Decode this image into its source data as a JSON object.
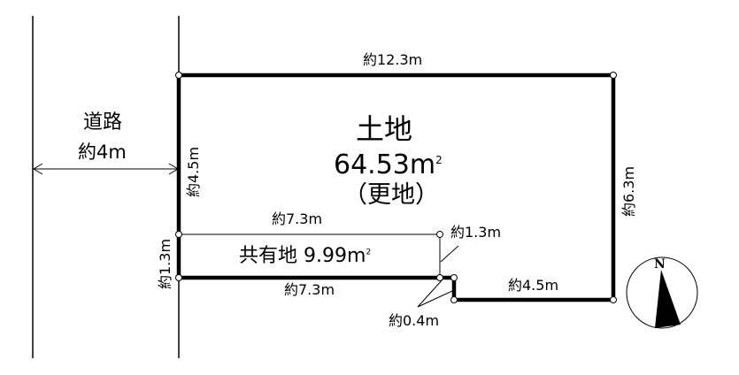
{
  "road": {
    "name": "道路",
    "width_label": "約4m"
  },
  "land": {
    "title": "土地",
    "area": "64.53",
    "area_unit": "m",
    "area_sup": "2",
    "status": "（更地）"
  },
  "shared": {
    "label": "共有地",
    "area": "9.99",
    "area_unit": "m",
    "area_sup": "2"
  },
  "dimensions": {
    "top": "約12.3m",
    "left_upper": "約4.5m",
    "left_lower": "約1.3m",
    "right": "約6.3m",
    "shared_top": "約7.3m",
    "shared_bottom": "約7.3m",
    "shared_right": "約1.3m",
    "step": "約0.4m",
    "bottom_right": "約4.5m"
  },
  "compass": {
    "label": "N"
  },
  "colors": {
    "line": "#000000",
    "background": "#ffffff"
  }
}
